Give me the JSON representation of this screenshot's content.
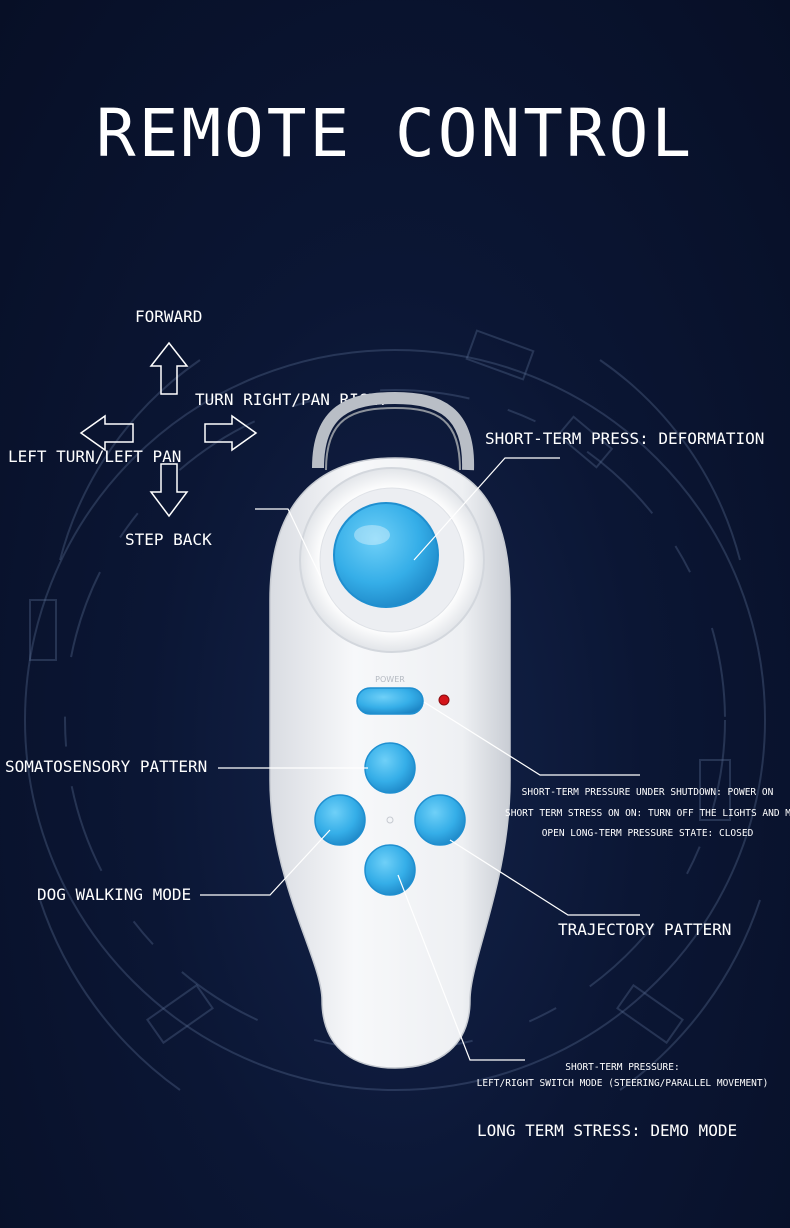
{
  "title": "REMOTE CONTROL",
  "directions": {
    "forward": "FORWARD",
    "turn_right": "TURN RIGHT/PAN RIGHT",
    "left_turn": "LEFT TURN/LEFT PAN",
    "step_back": "STEP BACK"
  },
  "callouts": {
    "deformation": "SHORT-TERM PRESS: DEFORMATION",
    "somatosensory": "SOMATOSENSORY PATTERN",
    "power_lines": [
      "SHORT-TERM PRESSURE UNDER SHUTDOWN: POWER ON",
      "SHORT TERM STRESS ON ON: TURN OFF THE LIGHTS AND MUSIC",
      "OPEN LONG-TERM PRESSURE STATE: CLOSED"
    ],
    "dog_walking": "DOG WALKING MODE",
    "trajectory": "TRAJECTORY PATTERN",
    "switch_lines": [
      "SHORT-TERM PRESSURE:",
      "LEFT/RIGHT SWITCH MODE (STEERING/PARALLEL MOVEMENT)"
    ],
    "demo": "LONG TERM STRESS: DEMO MODE"
  },
  "device": {
    "button_mark": "POWER"
  },
  "colors": {
    "background": "#0a1430",
    "button_blue": "#3ab4ec",
    "body_white": "#f3f4f6",
    "led_red": "#d4141a"
  }
}
